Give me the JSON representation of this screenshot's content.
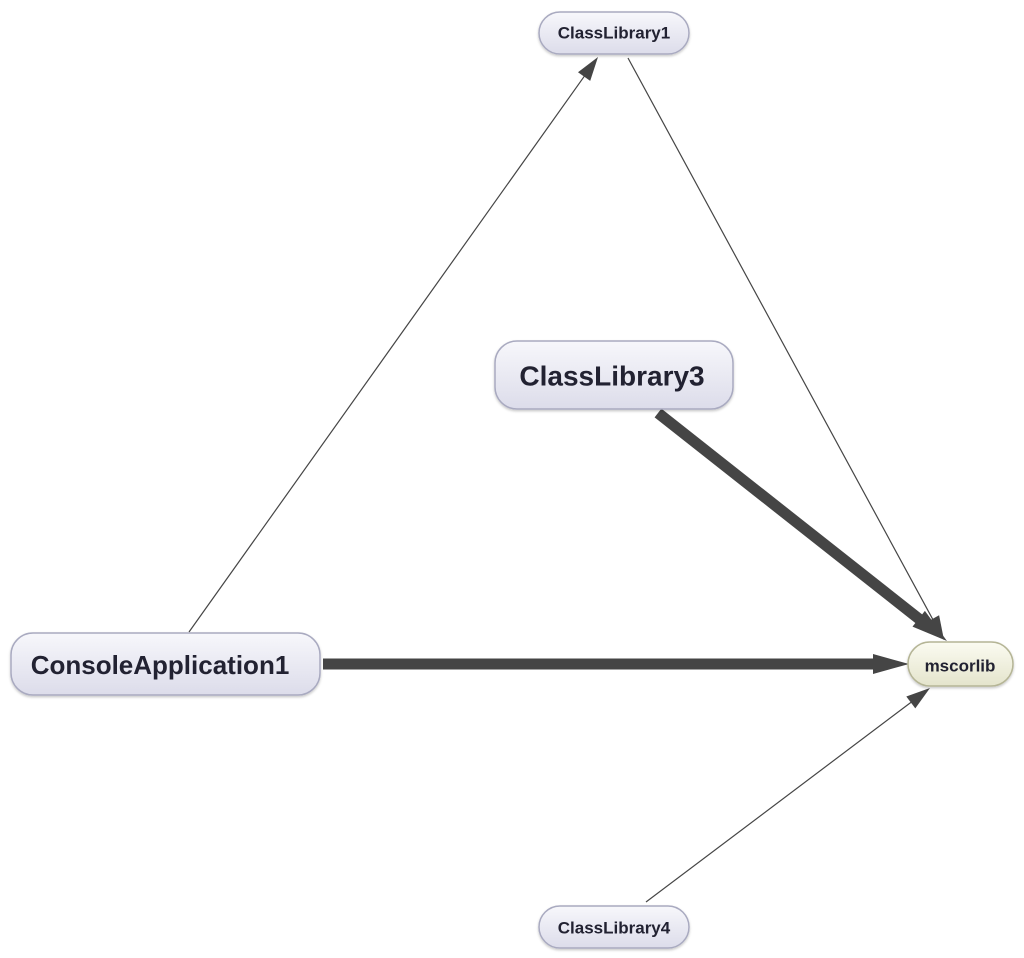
{
  "nodes": [
    {
      "id": "classlibrary1",
      "label": "ClassLibrary1",
      "kind": "assembly"
    },
    {
      "id": "classlibrary3",
      "label": "ClassLibrary3",
      "kind": "assembly"
    },
    {
      "id": "consoleapplication1",
      "label": "ConsoleApplication1",
      "kind": "assembly"
    },
    {
      "id": "mscorlib",
      "label": "mscorlib",
      "kind": "framework"
    },
    {
      "id": "classlibrary4",
      "label": "ClassLibrary4",
      "kind": "assembly"
    }
  ],
  "edges": [
    {
      "id": "e1",
      "from": "consoleapplication1",
      "to": "classlibrary1",
      "weight": "light"
    },
    {
      "id": "e2",
      "from": "classlibrary1",
      "to": "mscorlib",
      "weight": "light"
    },
    {
      "id": "e3",
      "from": "classlibrary3",
      "to": "mscorlib",
      "weight": "heavy"
    },
    {
      "id": "e4",
      "from": "consoleapplication1",
      "to": "mscorlib",
      "weight": "heavy"
    },
    {
      "id": "e5",
      "from": "classlibrary4",
      "to": "mscorlib",
      "weight": "light"
    }
  ],
  "colors": {
    "edge": "#454545",
    "assembly_fill_top": "#f7f7fb",
    "assembly_fill_bottom": "#dcdcea",
    "framework_fill_top": "#fbfbf1",
    "framework_fill_bottom": "#e4e4cc"
  }
}
